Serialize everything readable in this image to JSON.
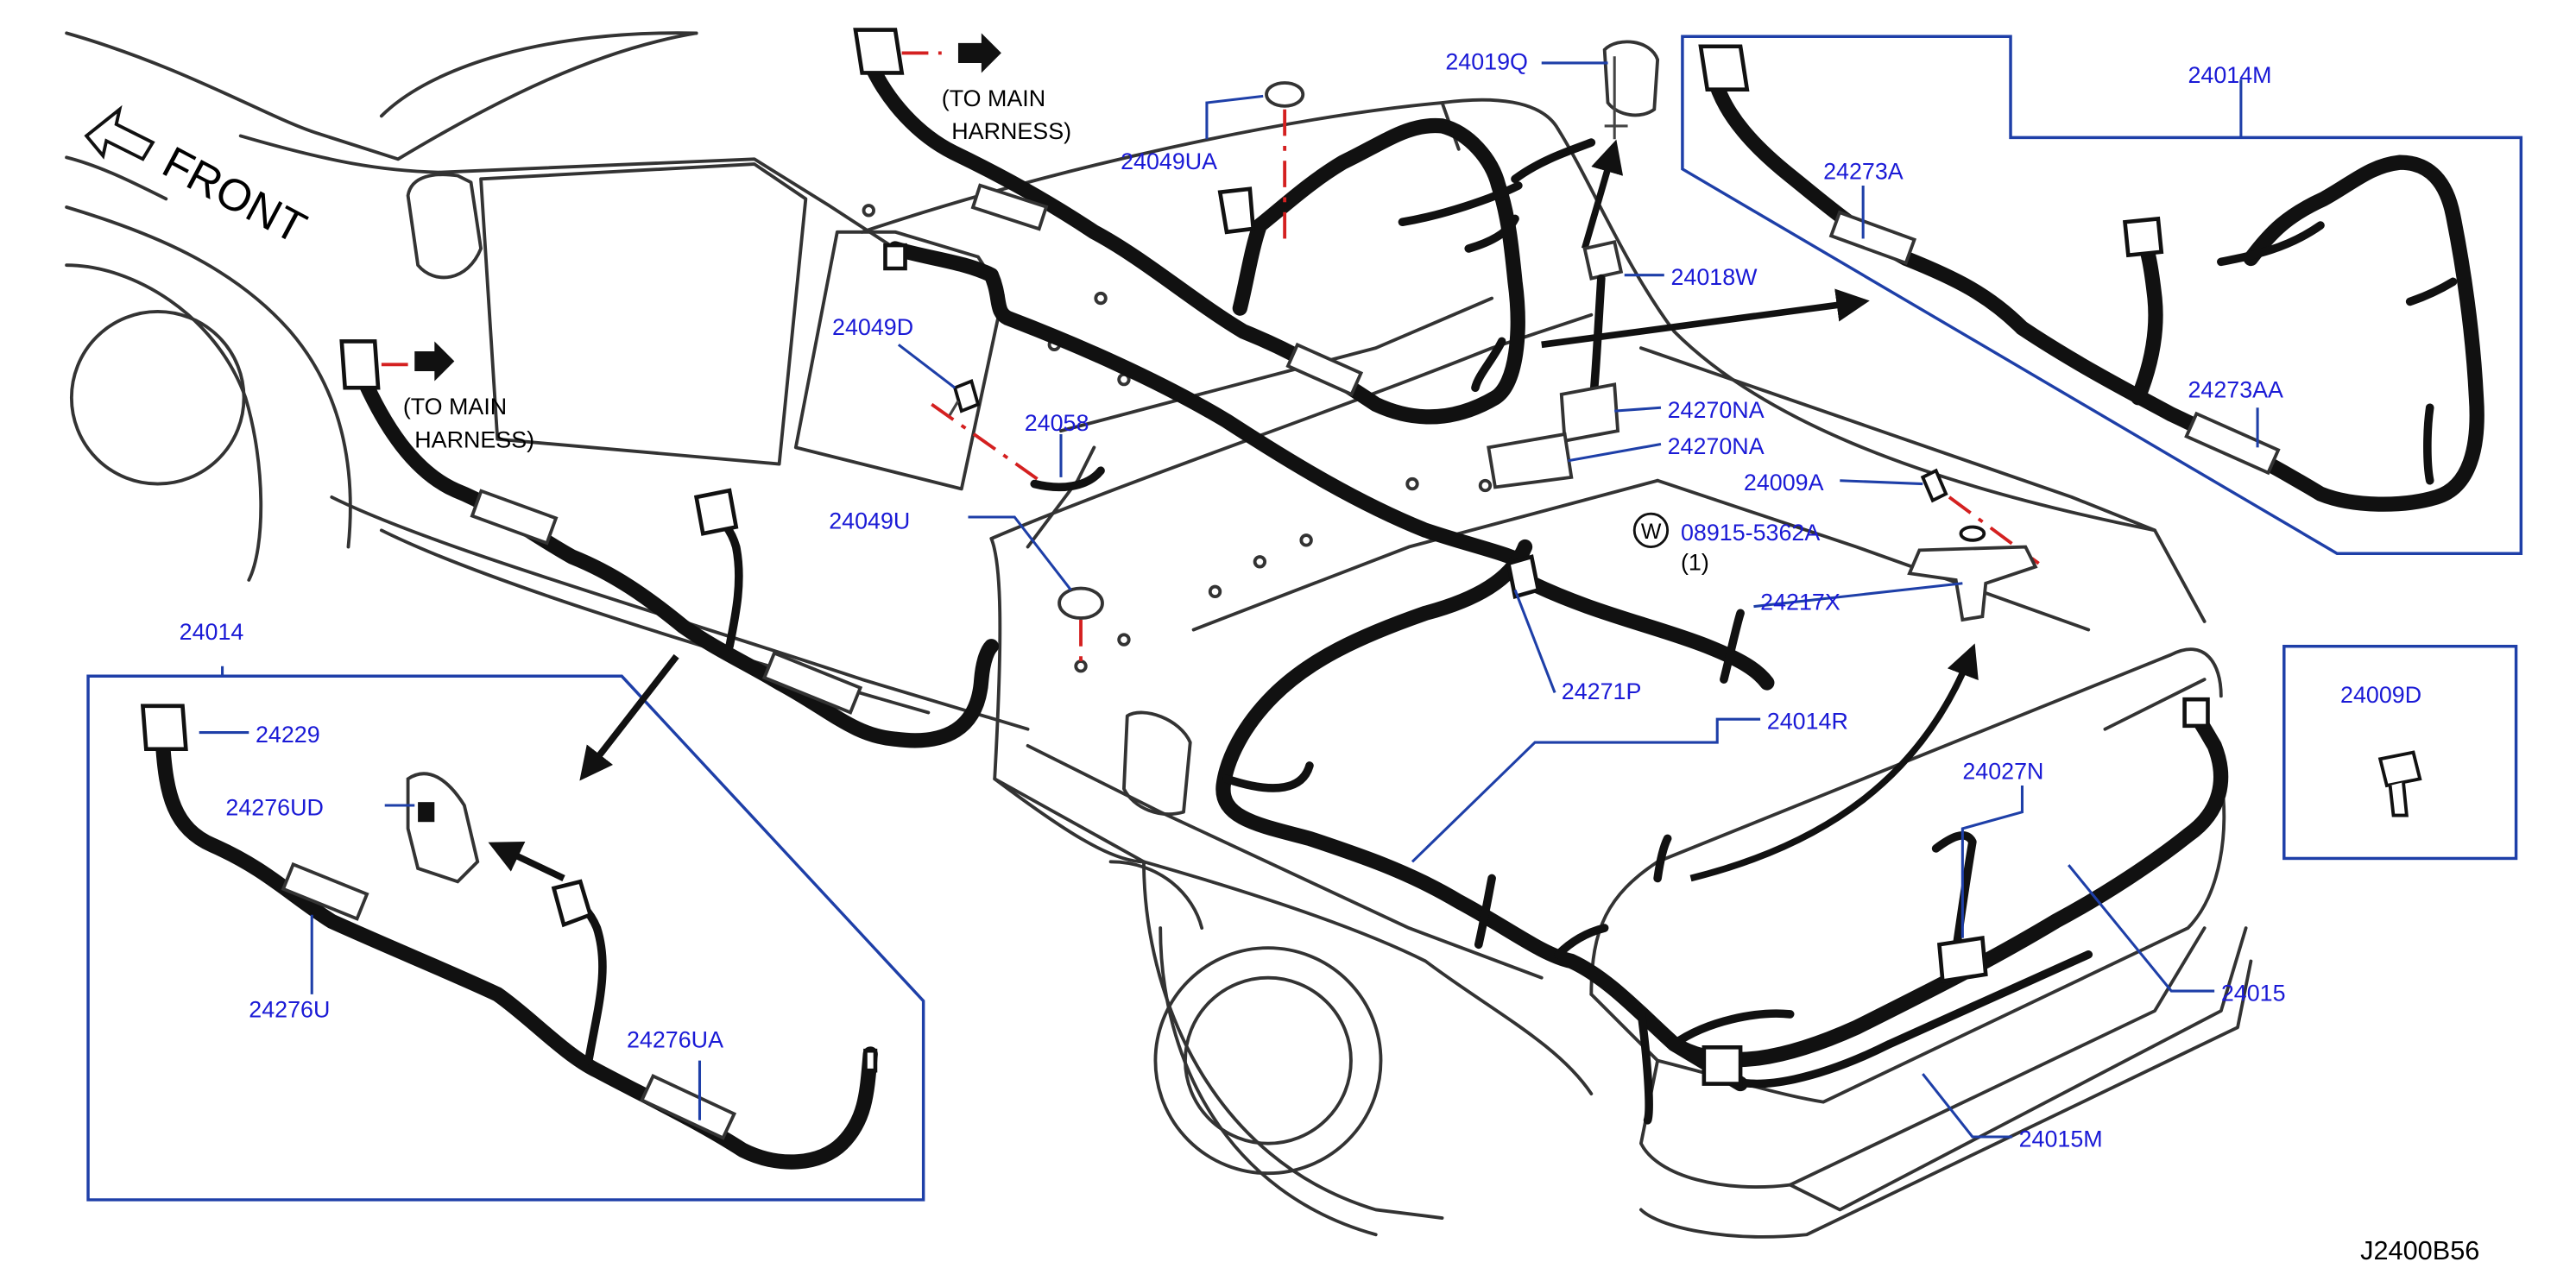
{
  "diagram_code": "J2400B56",
  "notes": {
    "front": "FRONT",
    "to_main_1": "(TO   MAIN",
    "harness_1": "HARNESS)",
    "to_main_2": "(TO   MAIN",
    "harness_2": "HARNESS)",
    "washer_symbol": "W",
    "qty": "(1)"
  },
  "parts": {
    "p24019Q": "24019Q",
    "p24049UA": "24049UA",
    "p24014M": "24014M",
    "p24273A": "24273A",
    "p24273AA": "24273AA",
    "p24018W": "24018W",
    "p24049D": "24049D",
    "p24058": "24058",
    "p24270NA_1": "24270NA",
    "p24270NA_2": "24270NA",
    "p24009A": "24009A",
    "p08915": "08915-5362A",
    "p24049U": "24049U",
    "p24217X": "24217X",
    "p24271P": "24271P",
    "p24014R": "24014R",
    "p24009D": "24009D",
    "p24027N": "24027N",
    "p24014": "24014",
    "p24229": "24229",
    "p24276UD": "24276UD",
    "p24276U": "24276U",
    "p24276UA": "24276UA",
    "p24015": "24015",
    "p24015M": "24015M"
  }
}
